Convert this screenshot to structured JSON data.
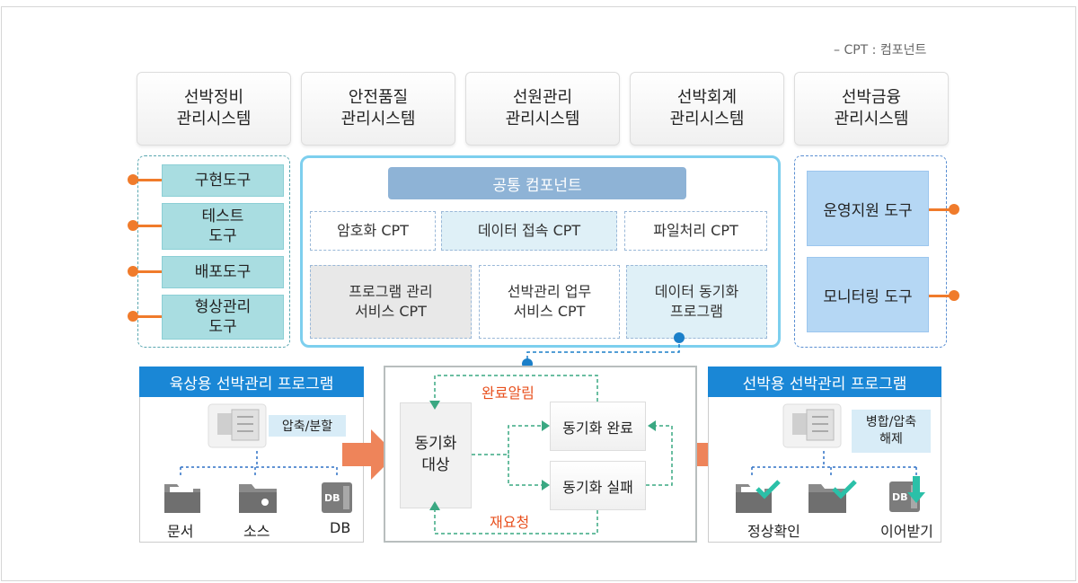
{
  "legend": "– CPT : 컴포넌트",
  "systems": [
    "선박정비\n관리시스템",
    "안전품질\n관리시스템",
    "선원관리\n관리시스템",
    "선박회계\n관리시스템",
    "선박금융\n관리시스템"
  ],
  "left_tools": [
    "구현도구",
    "테스트\n도구",
    "배포도구",
    "형상관리\n도구"
  ],
  "common": {
    "title": "공통 컴포넌트",
    "row1": [
      "암호화 CPT",
      "데이터 접속 CPT",
      "파일처리 CPT"
    ],
    "row2": [
      "프로그램 관리\n서비스 CPT",
      "선박관리 업무\n서비스 CPT",
      "데이터 동기화\n프로그램"
    ]
  },
  "right_tools": [
    "운영지원 도구",
    "모니터링 도구"
  ],
  "land": {
    "title": "육상용 선박관리 프로그램",
    "compress": "압축/분할",
    "items": [
      "문서",
      "소스",
      "DB"
    ],
    "db_icon": "DB"
  },
  "sync": {
    "target": "동기화\n대상",
    "complete_notice": "완료알림",
    "re_request": "재요청",
    "done": "동기화 완료",
    "failed": "동기화 실패"
  },
  "ship": {
    "title": "선박용 선박관리 프로그램",
    "decompress": "병합/압축\n해제",
    "items": [
      "정상확인",
      "이어받기"
    ],
    "db_icon": "DB"
  },
  "colors": {
    "orange": "#f07b2b",
    "teal": "#a9dde1",
    "blue_header": "#1a87d6",
    "common_title": "#8eb3d6",
    "green_dashed": "#3aa882",
    "red_text": "#e8501e"
  }
}
